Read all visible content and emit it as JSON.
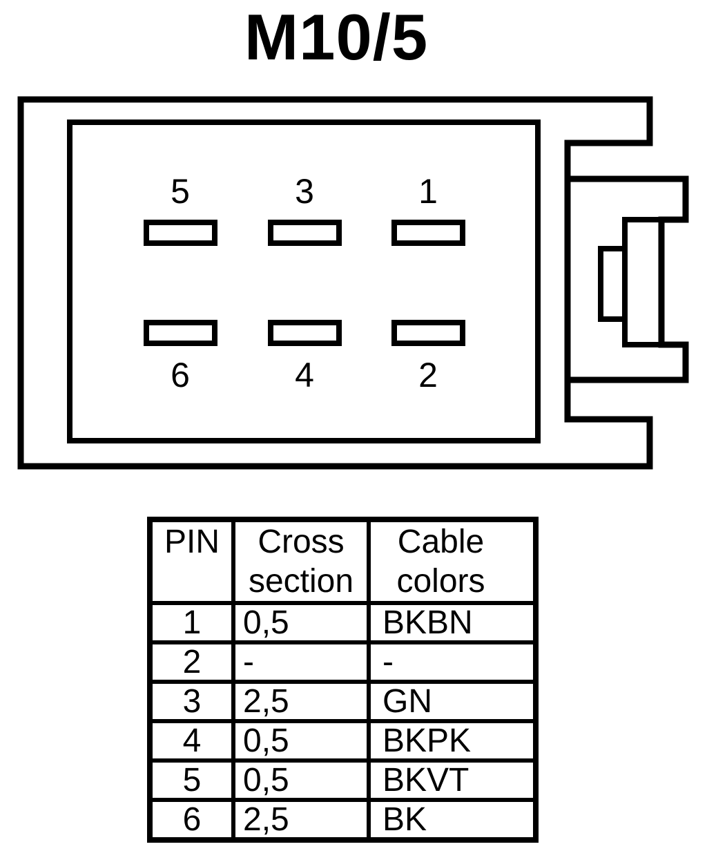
{
  "title": "M10/5",
  "connector": {
    "pin_labels": [
      "5",
      "3",
      "1",
      "6",
      "4",
      "2"
    ]
  },
  "table": {
    "headers": [
      "PIN",
      "Cross section",
      "Cable colors"
    ],
    "rows": [
      {
        "pin": "1",
        "cross_section": "0,5",
        "cable_colors": "BKBN"
      },
      {
        "pin": "2",
        "cross_section": "-",
        "cable_colors": "-"
      },
      {
        "pin": "3",
        "cross_section": "2,5",
        "cable_colors": "GN"
      },
      {
        "pin": "4",
        "cross_section": "0,5",
        "cable_colors": "BKPK"
      },
      {
        "pin": "5",
        "cross_section": "0,5",
        "cable_colors": "BKVT"
      },
      {
        "pin": "6",
        "cross_section": "2,5",
        "cable_colors": "BK"
      }
    ]
  },
  "colors": {
    "line": "#000000",
    "background": "#ffffff"
  }
}
